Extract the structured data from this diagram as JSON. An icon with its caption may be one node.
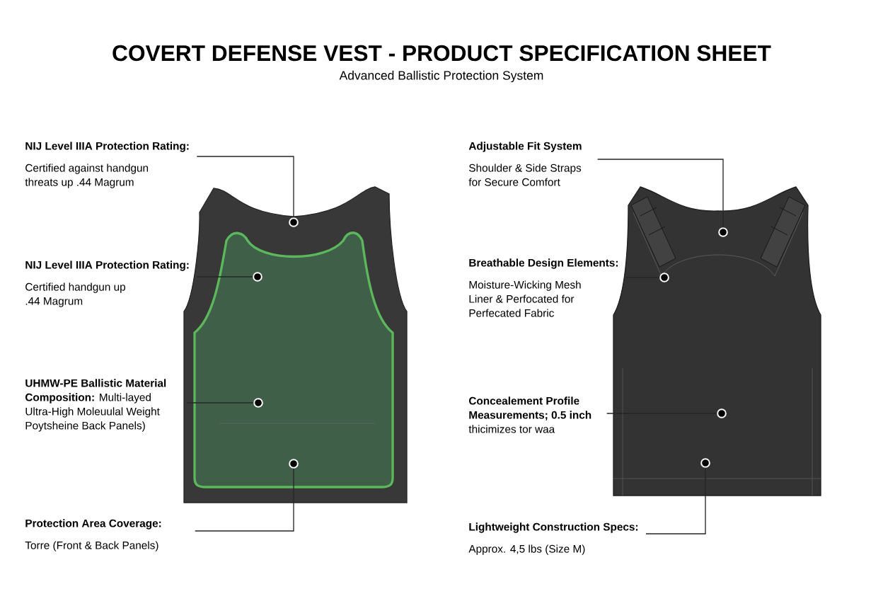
{
  "diagram": {
    "title": "COVERT DEFENSE VEST - PRODUCT SPECIFICATION SHEET",
    "caption": "Advanced Ballistic Protection System",
    "nodes": [
      {
        "text": [
          "NIJ Level IIIA Protection Rating:",
          "Certified against handgun threats up .44 Magrum"
        ]
      },
      {
        "text": [
          "NIJ Level IIIA Protection Rating:",
          "Certified handgun up .44 Magrum"
        ]
      },
      {
        "text": [
          "**UHMW-PE Ballistic Material Composition:** Multi-layed Ultra-High Moleuulal Weight Poytsheine Back Panels)"
        ]
      },
      {
        "text": [
          "Protection Area Coverage:",
          "Torre (Front & Back Panels)"
        ]
      },
      {
        "text": [
          "Adjustable Fit System",
          "Shoulder & Side Straps for Secure Comfort"
        ]
      },
      {
        "text": [
          "Breathable Design Elements:",
          "Moisture-Wicking Mesh Liner & Perfocated for Perfecated Fabric"
        ]
      },
      {
        "text": [
          "**Concealement Profile Measurements; 0.5 inch** thicimizes tor waa"
        ]
      },
      {
        "text": [
          "Lightweight Construction Specs:",
          "Approx. 4,5 lbs (Size M)"
        ]
      },
      {
        "text": [],
        "shape": "circle"
      },
      {
        "text": [],
        "shape": "circle"
      },
      {
        "text": [],
        "shape": "circle"
      },
      {
        "text": [],
        "shape": "circle"
      },
      {
        "text": [],
        "shape": "circle"
      },
      {
        "text": [],
        "shape": "circle"
      },
      {
        "text": [],
        "shape": "circle"
      },
      {
        "text": [],
        "shape": "circle"
      }
    ],
    "edges": [
      {
        "from": 0,
        "to": 8,
        "arrow": "none"
      },
      {
        "from": 1,
        "to": 9,
        "arrow": "none"
      },
      {
        "from": 2,
        "to": 10,
        "arrow": "none"
      },
      {
        "from": 3,
        "to": 11,
        "arrow": "none"
      },
      {
        "from": 4,
        "to": 12,
        "arrow": "none"
      },
      {
        "from": 5,
        "to": 13,
        "arrow": "none"
      },
      {
        "from": 6,
        "to": 14,
        "arrow": "none"
      },
      {
        "from": 7,
        "to": 15,
        "arrow": "none"
      }
    ]
  }
}
